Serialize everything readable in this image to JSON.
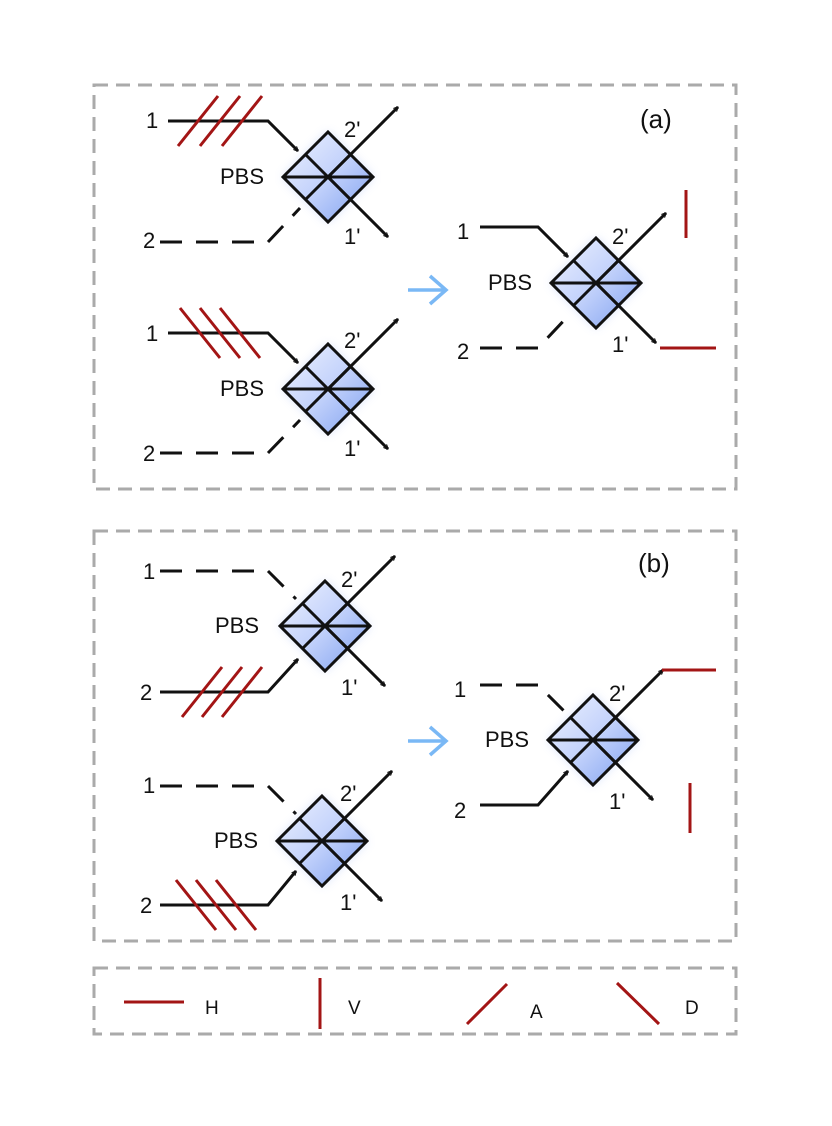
{
  "panels": [
    {
      "label": "(a)"
    },
    {
      "label": "(b)"
    }
  ],
  "element_label": "PBS",
  "port_labels": {
    "in1": "1",
    "in2": "2",
    "out1": "1'",
    "out2": "2'"
  },
  "legend": [
    {
      "symbol": "horizontal",
      "label": "H"
    },
    {
      "symbol": "vertical",
      "label": "V"
    },
    {
      "symbol": "anti-diagonal",
      "label": "A"
    },
    {
      "symbol": "diagonal",
      "label": "D"
    }
  ],
  "colors": {
    "polarization": "#a31515",
    "arrow": "#7ab8f5",
    "cube_light": "#e6edff",
    "cube_dark": "#7d9ff0",
    "frame": "#aaaaaa"
  },
  "icons": {
    "transform": "right-arrow-icon"
  }
}
